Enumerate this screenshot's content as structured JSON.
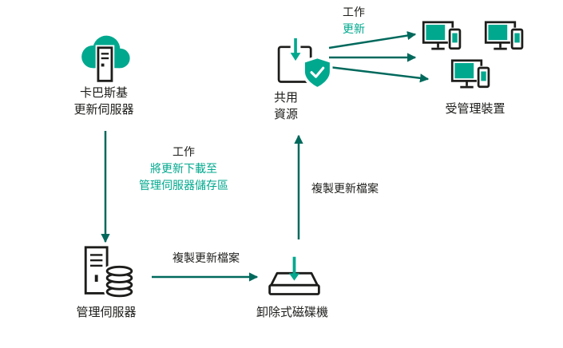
{
  "colors": {
    "teal": "#00A88E",
    "dark": "#1D1D1B",
    "arrow": "#00695C",
    "background": "#FFFFFF"
  },
  "nodes": {
    "update_server": {
      "line1": "卡巴斯基",
      "line2": "更新伺服器"
    },
    "admin_server": {
      "label": "管理伺服器"
    },
    "removable_drive": {
      "label": "卸除式磁碟機"
    },
    "shared_resource": {
      "line1": "共用",
      "line2": "資源"
    },
    "managed_devices": {
      "label": "受管理裝置"
    }
  },
  "edges": {
    "download_task": {
      "title": "工作",
      "line1": "將更新下載至",
      "line2": "管理伺服器儲存區"
    },
    "copy_to_drive": {
      "label": "複製更新檔案"
    },
    "copy_to_share": {
      "label": "複製更新檔案"
    },
    "update_task": {
      "title": "工作",
      "action": "更新"
    }
  }
}
